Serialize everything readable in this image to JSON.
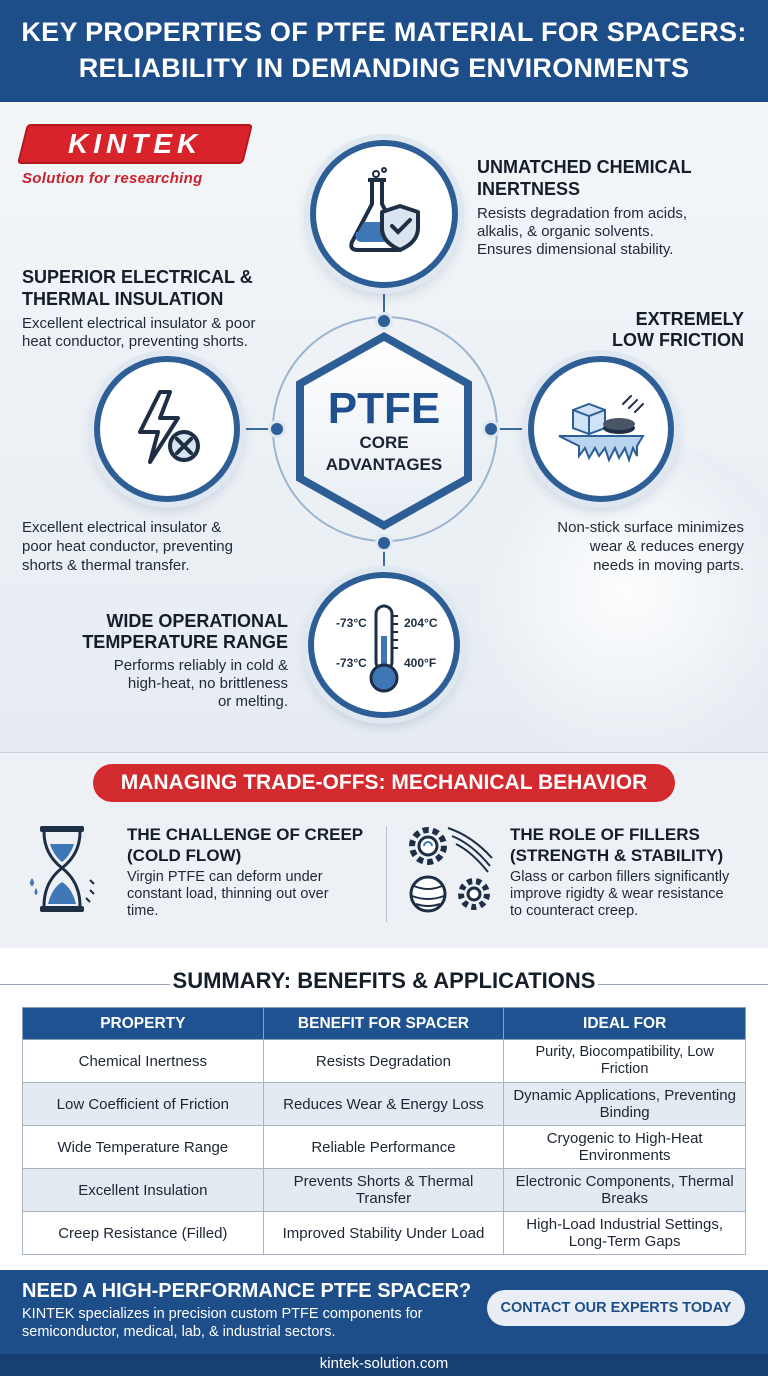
{
  "header": {
    "line1": "KEY PROPERTIES OF PTFE MATERIAL FOR SPACERS:",
    "line2": "RELIABILITY IN DEMANDING ENVIRONMENTS"
  },
  "logo": {
    "name": "KINTEK",
    "tagline": "Solution for researching"
  },
  "core": {
    "title": "PTFE",
    "line1": "CORE",
    "line2": "ADVANTAGES"
  },
  "features": {
    "chemical": {
      "title_1": "UNMATCHED CHEMICAL",
      "title_2": "INERTNESS",
      "text_1": "Resists degradation from acids,",
      "text_2": "alkalis, & organic solvents.",
      "text_3": "Ensures dimensional stability."
    },
    "electrical": {
      "title_1": "SUPERIOR ELECTRICAL &",
      "title_2": "THERMAL INSULATION",
      "text_1": "Excellent electrical insulator & poor",
      "text_2": "heat conductor, preventing shorts.",
      "lower_1": "Excellent electrical insulator &",
      "lower_2": "poor heat conductor, preventing",
      "lower_3": "shorts & thermal transfer."
    },
    "friction": {
      "title_1": "EXTREMELY",
      "title_2": "LOW FRICTION",
      "text_1": "Non-stick surface minimizes",
      "text_2": "wear & reduces energy",
      "text_3": "needs in moving parts."
    },
    "temperature": {
      "title_1": "WIDE OPERATIONAL",
      "title_2": "TEMPERATURE RANGE",
      "text_1": "Performs reliably in cold &",
      "text_2": "high-heat, no brittleness",
      "text_3": "or melting.",
      "label_cold_top": "-73°C",
      "label_cold_bottom": "-73°C",
      "label_hot_c": "204°C",
      "label_hot_f": "400°F"
    }
  },
  "tradeoffs": {
    "banner": "MANAGING TRADE-OFFS: MECHANICAL BEHAVIOR",
    "creep": {
      "title_1": "THE CHALLENGE OF CREEP",
      "title_2": "(COLD FLOW)",
      "text_1": "Virgin PTFE can deform under",
      "text_2": "constant load, thinning out over",
      "text_3": "time."
    },
    "fillers": {
      "title_1": "THE ROLE OF FILLERS",
      "title_2": "(STRENGTH & STABILITY)",
      "text_1": "Glass or carbon fillers significantly",
      "text_2": "improve rigidty & wear resistance",
      "text_3": "to counteract creep."
    }
  },
  "summary": {
    "title": "SUMMARY: BENEFITS & APPLICATIONS",
    "headers": [
      "PROPERTY",
      "BENEFIT FOR SPACER",
      "IDEAL FOR"
    ],
    "rows": [
      [
        "Chemical Inertness",
        "Resists Degradation",
        "Purity, Biocompatibility, Low Friction"
      ],
      [
        "Low Coefficient of Friction",
        "Reduces Wear & Energy Loss",
        "Dynamic Applications, Preventing Binding"
      ],
      [
        "Wide Temperature Range",
        "Reliable Performance",
        "Cryogenic to High-Heat Environments"
      ],
      [
        "Excellent Insulation",
        "Prevents Shorts & Thermal Transfer",
        "Electronic Components, Thermal Breaks"
      ],
      [
        "Creep Resistance (Filled)",
        "Improved Stability Under Load",
        "High-Load Industrial Settings, Long-Term Gaps"
      ]
    ]
  },
  "footer": {
    "title": "NEED A HIGH-PERFORMANCE PTFE SPACER?",
    "text": "KINTEK specializes in precision custom PTFE components for semiconductor, medical, lab, & industrial sectors.",
    "cta": "CONTACT OUR EXPERTS TODAY",
    "url": "kintek-solution.com"
  },
  "colors": {
    "brand_blue": "#1d4e8a",
    "accent_red": "#d22a2f"
  },
  "icons": [
    "flask-shield-icon",
    "lightning-x-icon",
    "ice-puck-icon",
    "thermometer-icon",
    "hourglass-icon",
    "gears-fibers-icon"
  ]
}
